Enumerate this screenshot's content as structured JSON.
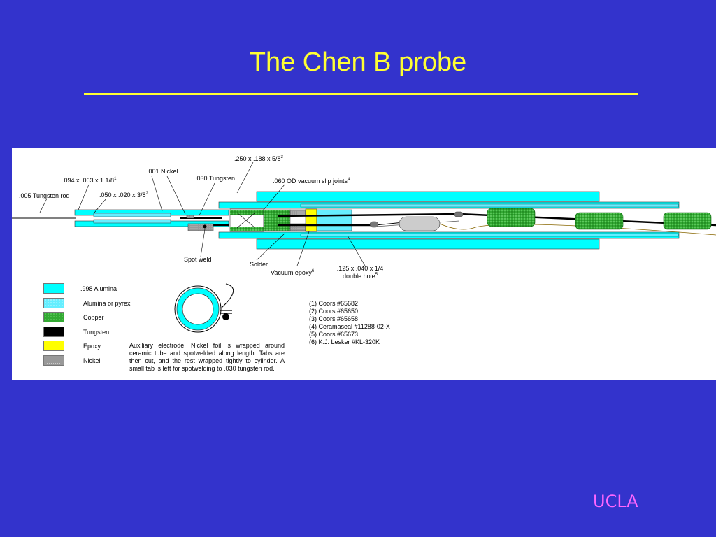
{
  "title": "The Chen B probe",
  "footer_logo": "UCLA",
  "labels": {
    "tungsten_rod": ".005 Tungsten rod",
    "alumina_094": ".094 x .063 x 1 1/8",
    "alumina_094_ref": "1",
    "nickel_001": ".001 Nickel",
    "alumina_050": ".050 x .020 x 3/8",
    "alumina_050_ref": "2",
    "tungsten_030": ".030 Tungsten",
    "alumina_250": ".250 x .188 x 5/8",
    "alumina_250_ref": "3",
    "slip_joints": ".060 OD vacuum slip joints",
    "slip_joints_ref": "4",
    "spot_weld": "Spot weld",
    "solder": "Solder",
    "vacuum_epoxy": "Vacuum epoxy",
    "vacuum_epoxy_ref": "6",
    "double_hole_line1": ".125 x .040 x 1/4",
    "double_hole_line2": "double hole",
    "double_hole_ref": "5"
  },
  "legend": [
    {
      "label": ".998 Alumina",
      "color": "#00ffff"
    },
    {
      "label": "Alumina or pyrex",
      "color": "#66eeff"
    },
    {
      "label": "Copper",
      "color": "#33aa33"
    },
    {
      "label": "Tungsten",
      "color": "#000000"
    },
    {
      "label": "Epoxy",
      "color": "#ffff00"
    },
    {
      "label": "Nickel",
      "color": "#999999"
    }
  ],
  "auxiliary_note": "Auxiliary electrode:  Nickel foil is wrapped around ceramic tube and spotwelded along length.  Tabs are then cut, and the rest wrapped tightly to cylinder.  A small tab is left for spotwelding to .030 tungsten rod.",
  "references": [
    "(1)  Coors #65682",
    "(2)  Coors #65650",
    "(3)  Coors #65658",
    "(4)  Ceramaseal #11288-02-X",
    "(5)  Coors #65673",
    "(6)   K.J. Lesker #KL-320K"
  ]
}
